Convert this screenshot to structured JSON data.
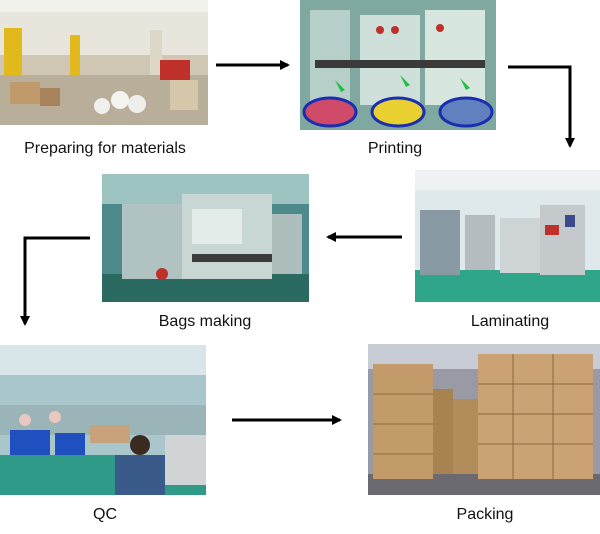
{
  "steps": [
    {
      "id": "preparing",
      "label": "Preparing for materials",
      "photo_icon": "warehouse-photo"
    },
    {
      "id": "printing",
      "label": "Printing",
      "photo_icon": "printing-press-photo"
    },
    {
      "id": "laminating",
      "label": "Laminating",
      "photo_icon": "laminating-machine-photo"
    },
    {
      "id": "bags-making",
      "label": "Bags making",
      "photo_icon": "bag-making-machine-photo"
    },
    {
      "id": "qc",
      "label": "QC",
      "photo_icon": "inspection-room-photo"
    },
    {
      "id": "packing",
      "label": "Packing",
      "photo_icon": "pallet-cartons-photo"
    }
  ],
  "colors": {
    "arrow": "#000000",
    "caption": "#111111"
  }
}
